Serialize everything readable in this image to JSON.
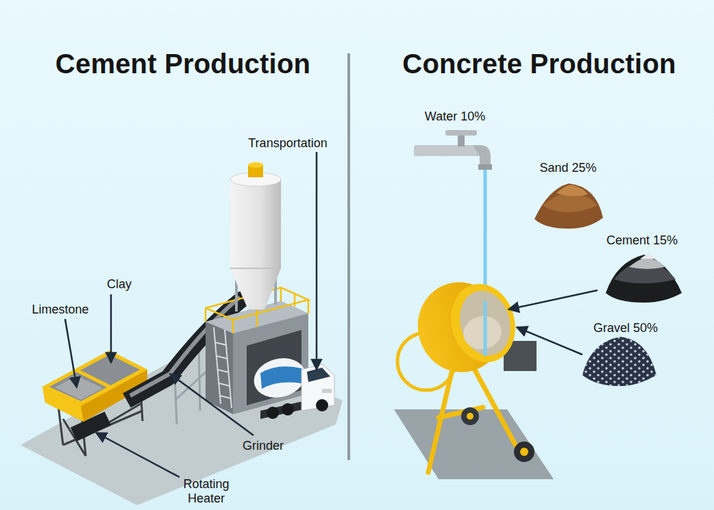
{
  "diagram": {
    "labels": [
      "Cement Production",
      "Concrete Production",
      "Transportation",
      "Clay",
      "Limestone",
      "Grinder",
      "Rotating Heater",
      "Water 10%",
      "Sand 25%",
      "Cement 15%",
      "Gravel 50%"
    ]
  }
}
